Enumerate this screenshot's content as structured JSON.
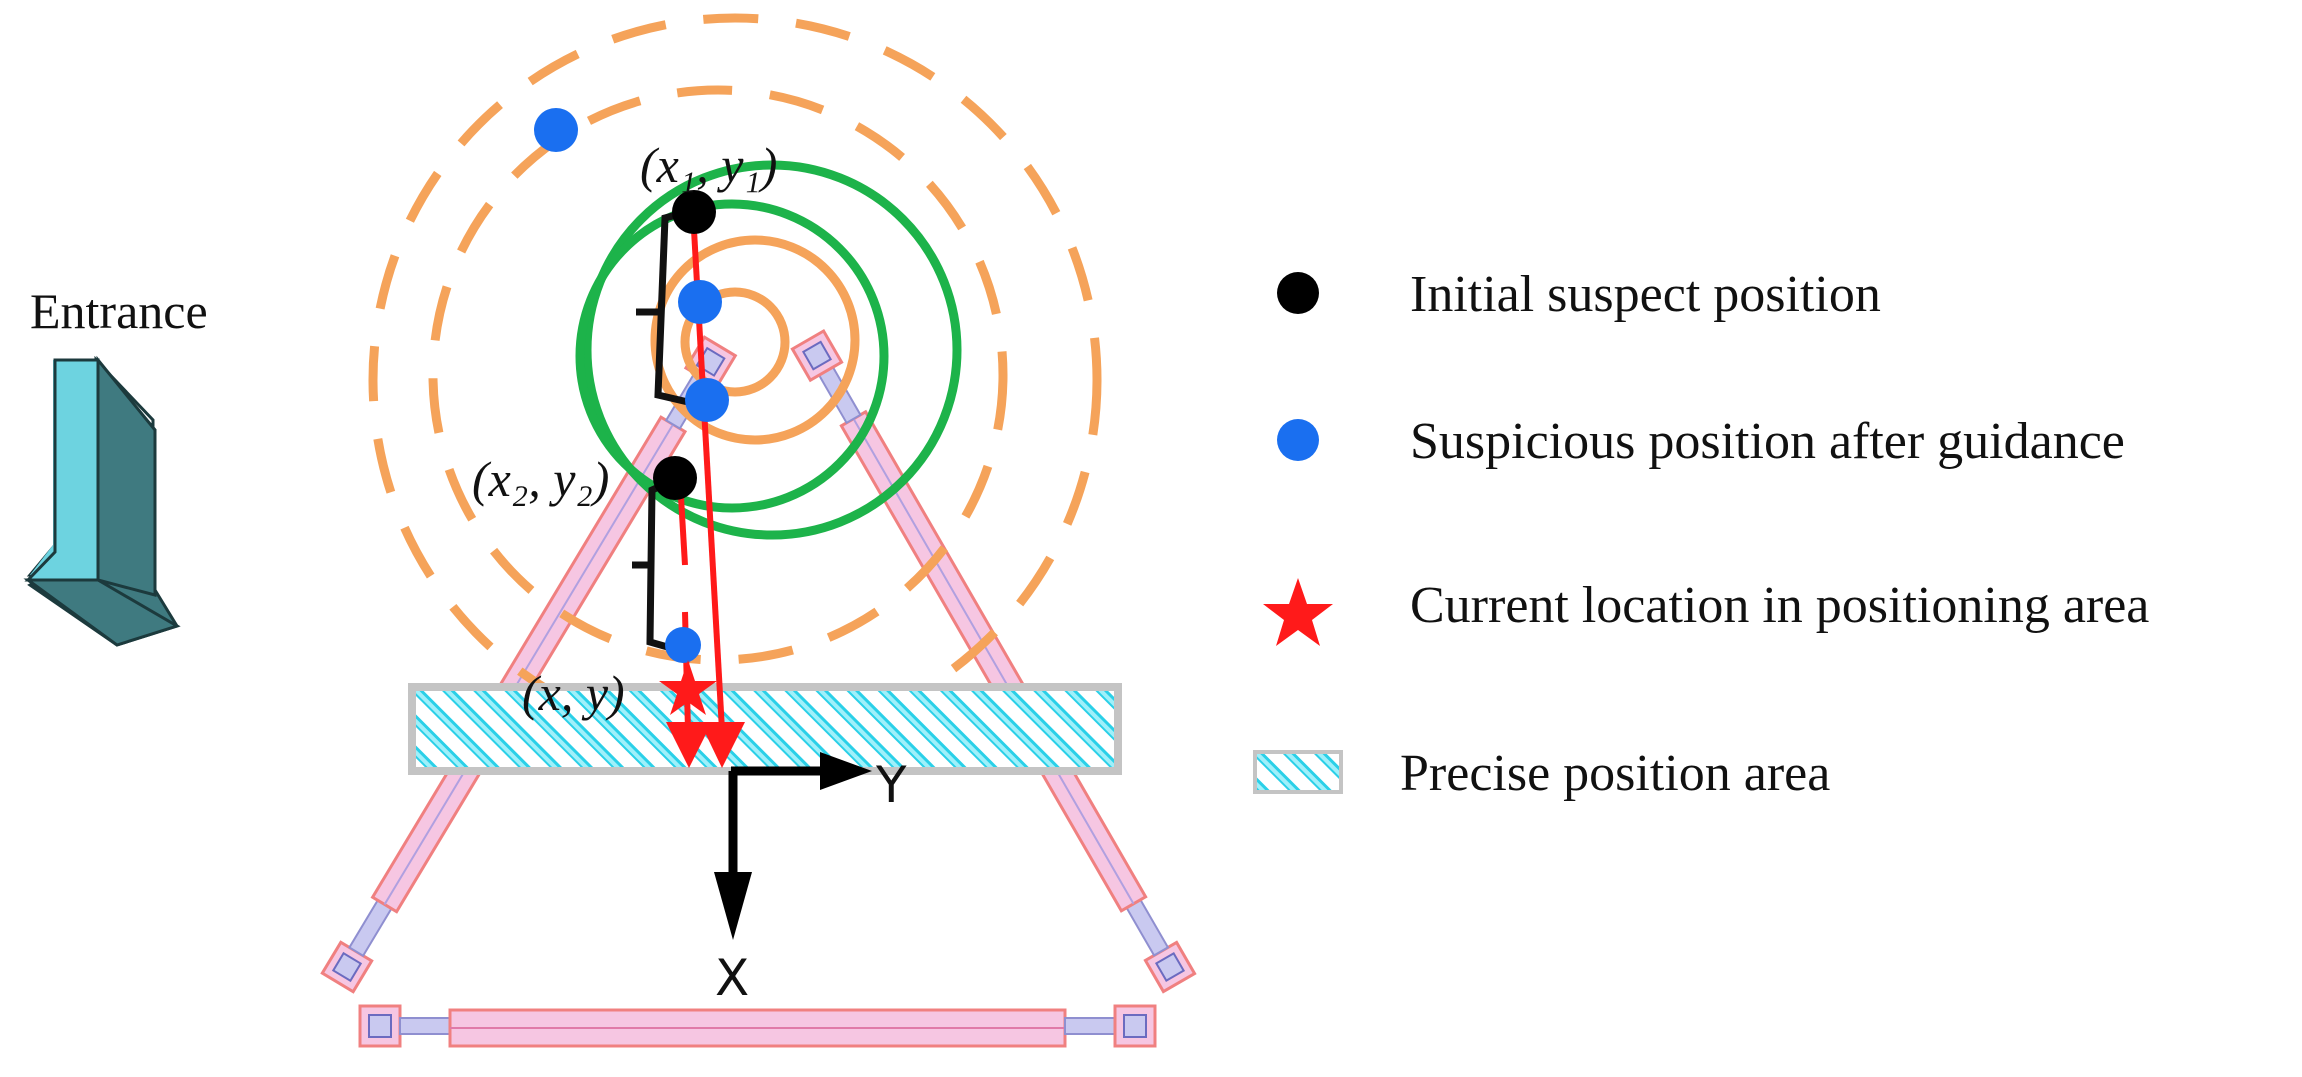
{
  "entrance_label": "Entrance",
  "coordinates": {
    "point1": "(x₁,  y₁)",
    "point2": "(x₂,  y₂)",
    "point_current": "(x,  y)"
  },
  "axes": {
    "x_label": "X",
    "y_label": "Y"
  },
  "legend": [
    {
      "marker": "black-dot",
      "label": "Initial suspect position"
    },
    {
      "marker": "blue-dot",
      "label": "Suspicious position after guidance"
    },
    {
      "marker": "red-star",
      "label": "Current location in positioning area"
    },
    {
      "marker": "hatched-rect",
      "label": "Precise position area"
    }
  ],
  "colors": {
    "initial": "#000000",
    "guided": "#1a6ff0",
    "current": "#ff1a1a",
    "orange_circle": "#f5a35a",
    "green_circle": "#1db34a",
    "track_fill": "#f6c6e2",
    "track_edge": "#f08080",
    "joint": "#c9c9f0",
    "area_hatch": "#2ad0e8",
    "area_border": "#c4c4c4",
    "arrow_light": "#6dd3e0",
    "arrow_dark": "#3f7a80"
  }
}
